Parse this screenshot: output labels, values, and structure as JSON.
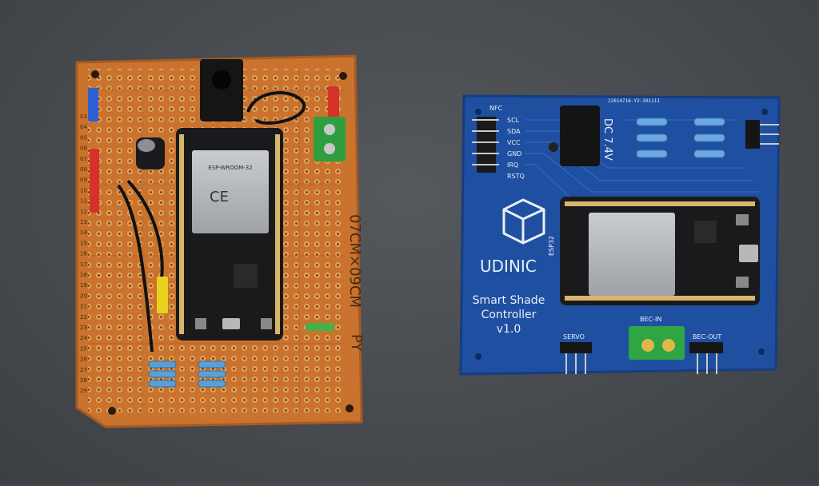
{
  "perfboard": {
    "ruler_label": "07CM×09CM",
    "brand": "PY",
    "row_numbers": [
      "03",
      "04",
      "05",
      "06",
      "07",
      "08",
      "09",
      "10",
      "11",
      "12",
      "13",
      "14",
      "15",
      "16",
      "17",
      "18",
      "19",
      "20",
      "21",
      "22",
      "23",
      "24",
      "25",
      "26",
      "27",
      "28",
      "29"
    ],
    "module_label": "ESP-WROOM-32",
    "colors": {
      "board": "#c9732e",
      "board_edge": "#a85a22",
      "pad": "#e2a35a"
    }
  },
  "pcb": {
    "header_label": "NFC",
    "pins": [
      "SCL",
      "SDA",
      "VCC",
      "GND",
      "IRQ",
      "RSTQ"
    ],
    "dc_label": "DC 7.4V",
    "serial": "22614716-Y2-201111",
    "esp_label": "ESP32",
    "brand": "UDINIC",
    "title_line1": "Smart Shade",
    "title_line2": "Controller",
    "version": "v1.0",
    "servo_label": "SERVO",
    "bec_in_label": "BEC-IN",
    "bec_out_label": "BEC-OUT",
    "colors": {
      "board": "#1f4fa0",
      "board_dark": "#173d80",
      "silk": "#e8eef8"
    }
  }
}
